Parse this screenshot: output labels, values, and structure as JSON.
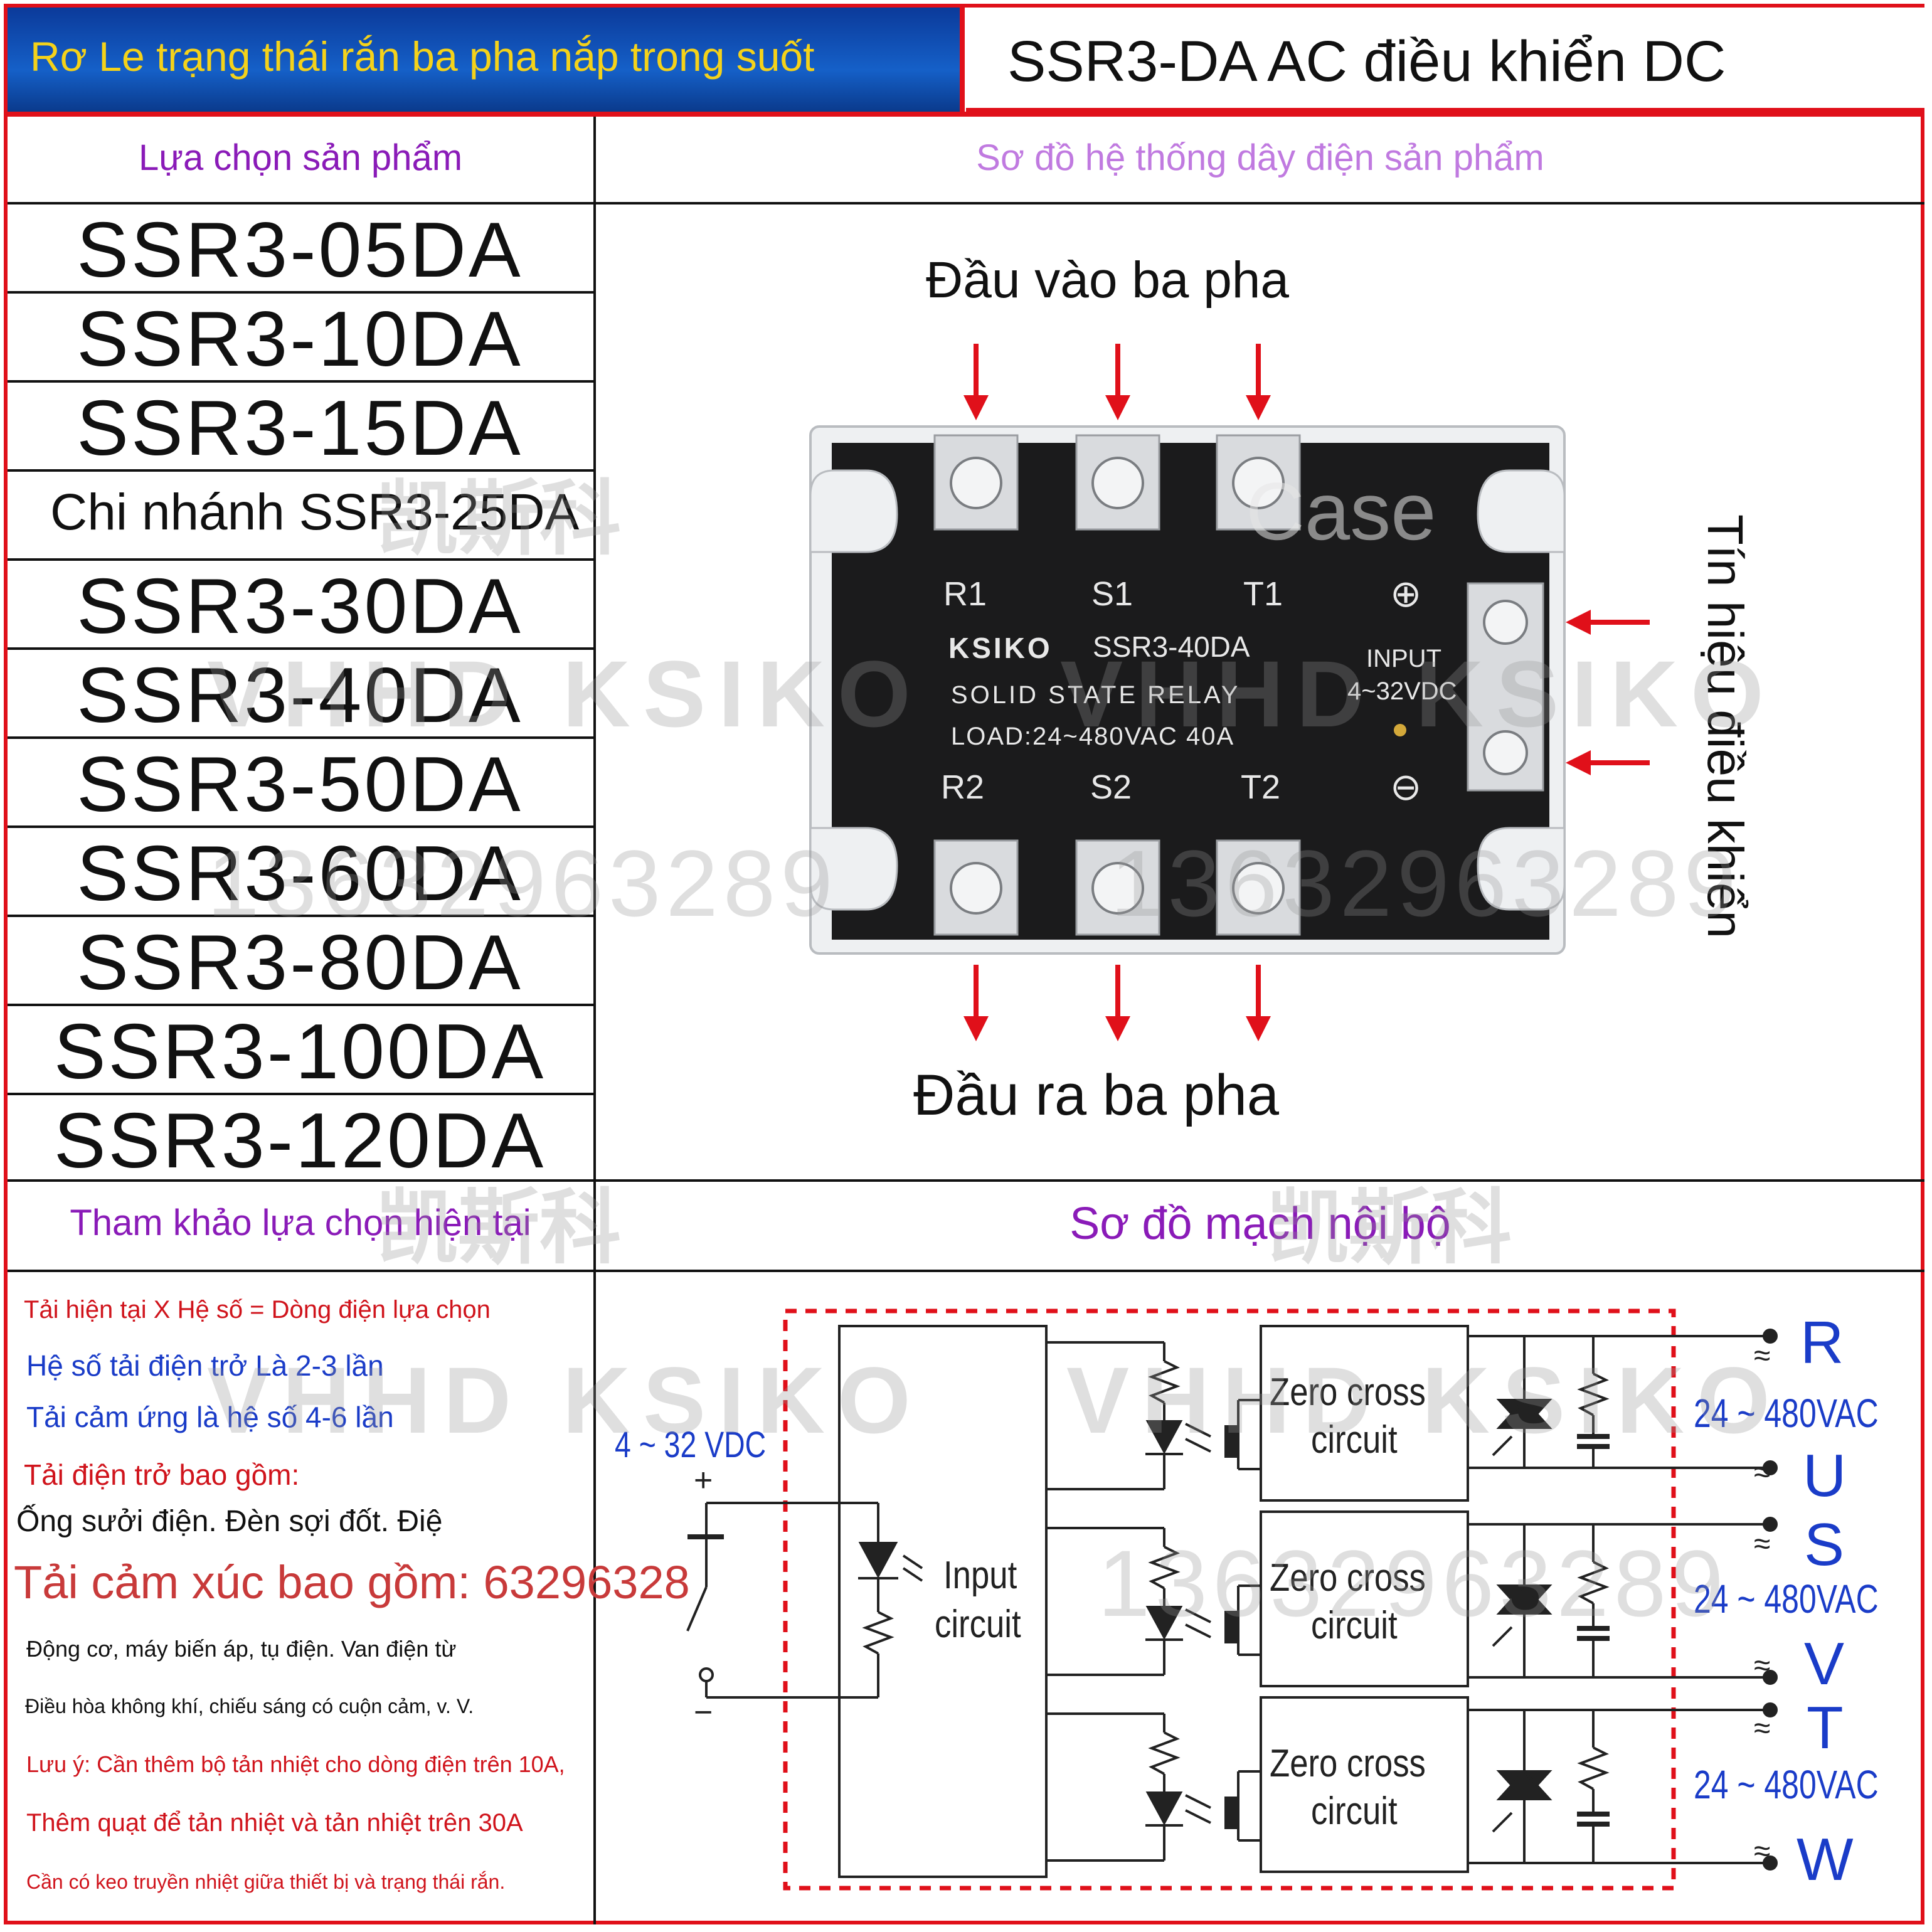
{
  "header": {
    "left_title": "Rơ Le trạng thái rắn ba pha nắp trong suốt",
    "right_title": "SSR3-DA AC điều khiển DC"
  },
  "sections": {
    "product_selection": "Lựa chọn sản phẩm",
    "wiring_diagram": "Sơ đồ hệ thống dây điện sản phẩm",
    "current_reference": "Tham khảo lựa chọn hiện tại",
    "internal_circuit": "Sơ đồ mạch nội bộ"
  },
  "models": [
    "SSR3-05DA",
    "SSR3-10DA",
    "SSR3-15DA",
    "Chi nhánh SSR3-25DA",
    "SSR3-30DA",
    "SSR3-40DA",
    "SSR3-50DA",
    "SSR3-60DA",
    "SSR3-80DA",
    "SSR3-100DA",
    "SSR3-120DA"
  ],
  "wiring": {
    "input_label": "Đầu vào ba pha",
    "output_label": "Đầu ra ba pha",
    "control_label": "Tín hiệu điều khiển",
    "relay": {
      "terminals_top": [
        "R1",
        "S1",
        "T1"
      ],
      "terminals_bottom": [
        "R2",
        "S2",
        "T2"
      ],
      "brand": "KSIKO",
      "model": "SSR3-40DA",
      "type": "SOLID STATE RELAY",
      "load": "LOAD:24~480VAC 40A",
      "input": "INPUT",
      "input_range": "4~32VDC",
      "plus": "⊕",
      "minus": "⊖",
      "case_text": "Case"
    }
  },
  "notes": [
    {
      "text": "Tải hiện tại X Hệ số = Dòng điện lựa chọn",
      "color": "#d0141c"
    },
    {
      "text": "Hệ số tải điện trở Là 2-3 lần",
      "color": "#1a3cc8"
    },
    {
      "text": "Tải cảm ứng là hệ số 4-6 lần",
      "color": "#1a3cc8"
    },
    {
      "text": "Tải điện trở bao gồm:",
      "color": "#d0141c"
    },
    {
      "text": "Ống sưởi điện. Đèn sợi đốt. Điệ",
      "color": "#111111"
    },
    {
      "text": "Tải cảm xúc bao gồm: 63296328",
      "color": "#c83a3a"
    },
    {
      "text": "Động cơ, máy biến áp, tụ điện. Van điện từ",
      "color": "#111111"
    },
    {
      "text": "Điều hòa không khí, chiếu sáng có cuộn cảm, v. V.",
      "color": "#111111"
    },
    {
      "text": "Lưu ý: Cần thêm bộ tản nhiệt cho dòng điện trên 10A,",
      "color": "#d0141c"
    },
    {
      "text": "Thêm quạt để tản nhiệt và tản nhiệt trên 30A",
      "color": "#d0141c"
    },
    {
      "text": "Cần có keo truyền nhiệt giữa thiết bị và trạng thái rắn.",
      "color": "#d0141c"
    }
  ],
  "circuit": {
    "input_voltage": "4 ~ 32 VDC",
    "plus": "+",
    "minus": "−",
    "input_block": [
      "Input",
      "circuit"
    ],
    "zero_cross": [
      "Zero cross",
      "circuit"
    ],
    "phases": [
      {
        "in": "R",
        "out": "U",
        "voltage": "24 ~ 480VAC"
      },
      {
        "in": "S",
        "out": "V",
        "voltage": "24 ~ 480VAC"
      },
      {
        "in": "T",
        "out": "W",
        "voltage": "24 ~ 480VAC"
      }
    ],
    "tilde": "≈"
  },
  "watermarks": {
    "brand": "VHHD KSIKO",
    "phone": "13632963289",
    "chinese": "凯斯科"
  },
  "colors": {
    "accent_red": "#e0101a",
    "purple": "#8a1bb8",
    "blue_text": "#1a3cc8",
    "title_yellow": "#f4d21a",
    "title_blue": "#1560c8"
  }
}
